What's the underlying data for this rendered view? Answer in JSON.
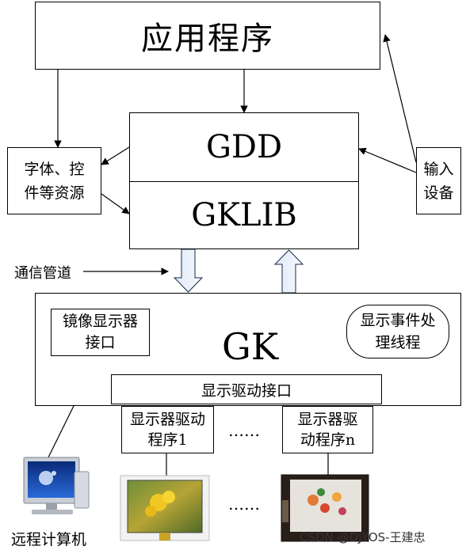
{
  "nodes": {
    "app": "应用程序",
    "gdd": "GDD",
    "gklib": "GKLIB",
    "font_res": "字体、控件等资源",
    "input_dev": "输入设备",
    "gk": "GK",
    "mirror_if": "镜像显示器接口",
    "event_thread": "显示事件处理线程",
    "driver_if": "显示驱动接口",
    "driver1": "显示器驱动程序1",
    "drivern": "显示器驱动程序n",
    "remote_pc": "远程计算机"
  },
  "labels": {
    "pipe": "通信管道",
    "ellipsis_top": "……",
    "ellipsis_bottom": "……"
  },
  "watermark": "CSDN @DJYOS-王建忠"
}
